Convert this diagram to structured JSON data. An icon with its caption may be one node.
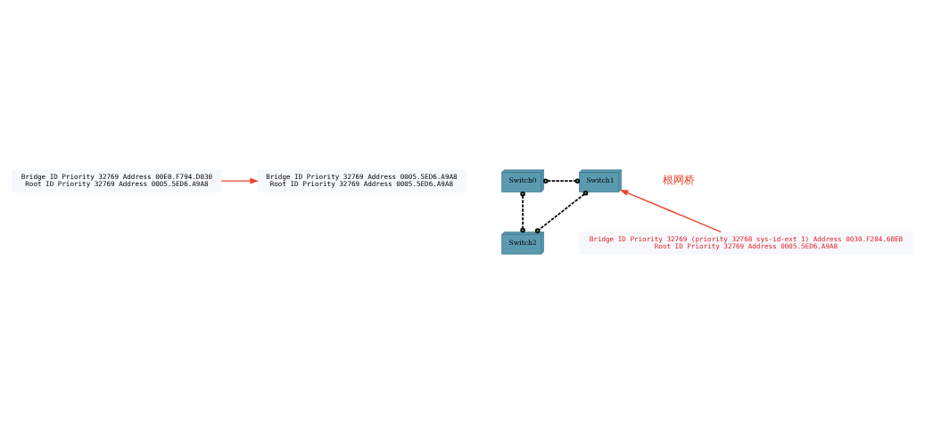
{
  "diagram": {
    "nodes": [
      {
        "text": [
          "Bridge ID Priority 32769 Address 00E0.F794.D030",
          "Root ID Priority 32769 Address 0005.5ED6.A9A8"
        ]
      },
      {
        "text": [
          "Bridge ID Priority 32769 Address 0005.5ED6.A9A8",
          "Root ID Priority 32769 Address 0005.5ED6.A9A8"
        ]
      },
      {
        "text": [
          "Switch0"
        ]
      },
      {
        "text": [
          "Switch1"
        ]
      },
      {
        "text": [
          "Switch2"
        ]
      },
      {
        "text": [
          "Bridge ID Priority 32769 (priority 32768 sys-id-ext 1) Address 0030.F284.6BEB",
          "Root ID Priority 32769 Address 0005.5ED6.A9A8"
        ]
      }
    ],
    "edges": [
      {
        "from": 0,
        "to": 1,
        "arrow": "to",
        "color": "#e8452c"
      },
      {
        "from": 2,
        "to": 3,
        "arrow": "other",
        "style": "dashed"
      },
      {
        "from": 2,
        "to": 4,
        "arrow": "other",
        "style": "dashed"
      },
      {
        "from": 3,
        "to": 4,
        "arrow": "other",
        "style": "dashed"
      },
      {
        "from": 5,
        "to": 3,
        "arrow": "to",
        "color": "#e8452c"
      }
    ],
    "labels": [
      "根网桥"
    ]
  }
}
